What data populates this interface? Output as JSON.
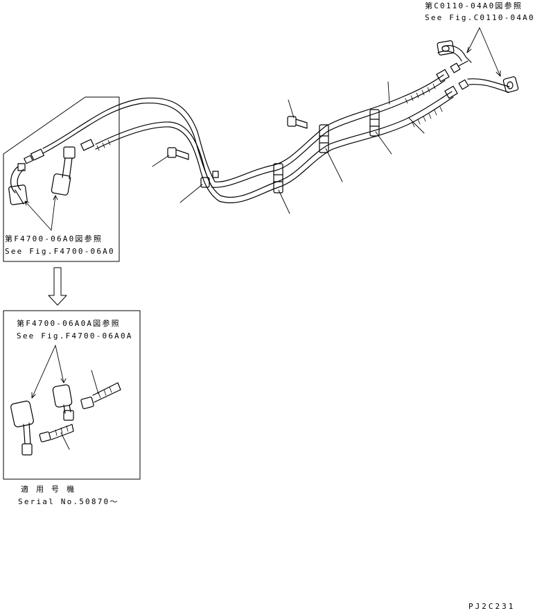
{
  "references": {
    "top_right": {
      "jp": "第C0110-04A0図参照",
      "en": "See Fig.C0110-04A0"
    },
    "left_box": {
      "jp": "第F4700-06A0図参照",
      "en": "See Fig.F4700-06A0"
    },
    "lower_box": {
      "jp": "第F4700-06A0A図参照",
      "en": "See Fig.F4700-06A0A"
    }
  },
  "applicability": {
    "jp": "適 用 号 機",
    "serial": "Serial No.50870～"
  },
  "drawing_code": "PJ2C231",
  "colors": {
    "line": "#000000",
    "background": "#ffffff"
  }
}
